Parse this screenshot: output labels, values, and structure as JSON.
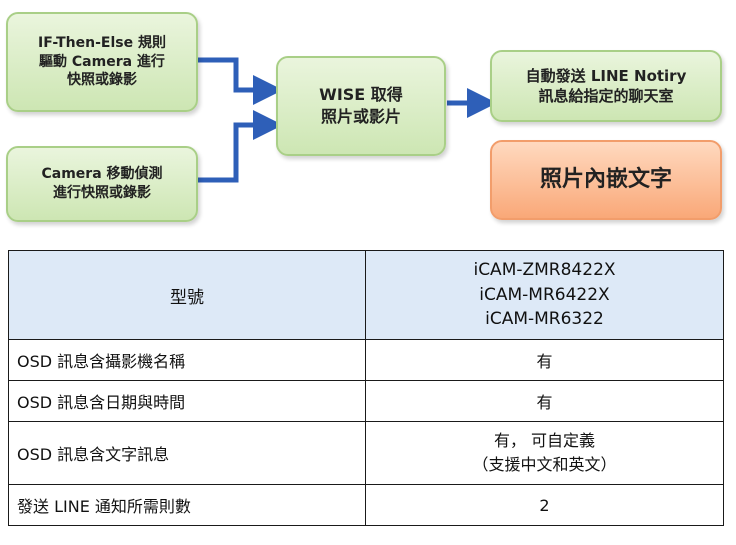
{
  "boxes": {
    "if_then_else": "IF-Then-Else 規則\n驅動 Camera 進行\n快照或錄影",
    "camera_motion": "Camera 移動偵測\n進行快照或錄影",
    "wise": "WISE 取得\n照片或影片",
    "line_notify": "自動發送 LINE Notiry\n訊息給指定的聊天室",
    "osd_text": "照片內嵌文字"
  },
  "colors": {
    "arrow": "#2e5fb8",
    "green_fill": "#d6ebc2",
    "orange_fill": "#fbb98e",
    "table_header": "#dde9f7"
  },
  "table": {
    "header_label": "型號",
    "header_models": "iCAM-ZMR8422X\niCAM-MR6422X\niCAM-MR6322",
    "rows": [
      {
        "label": "OSD 訊息含攝影機名稱",
        "value": "有"
      },
      {
        "label": "OSD 訊息含日期與時間",
        "value": "有"
      },
      {
        "label": "OSD 訊息含文字訊息",
        "value": "有， 可自定義\n（支援中文和英文）"
      },
      {
        "label": "發送 LINE 通知所需則數",
        "value": "2"
      }
    ]
  }
}
